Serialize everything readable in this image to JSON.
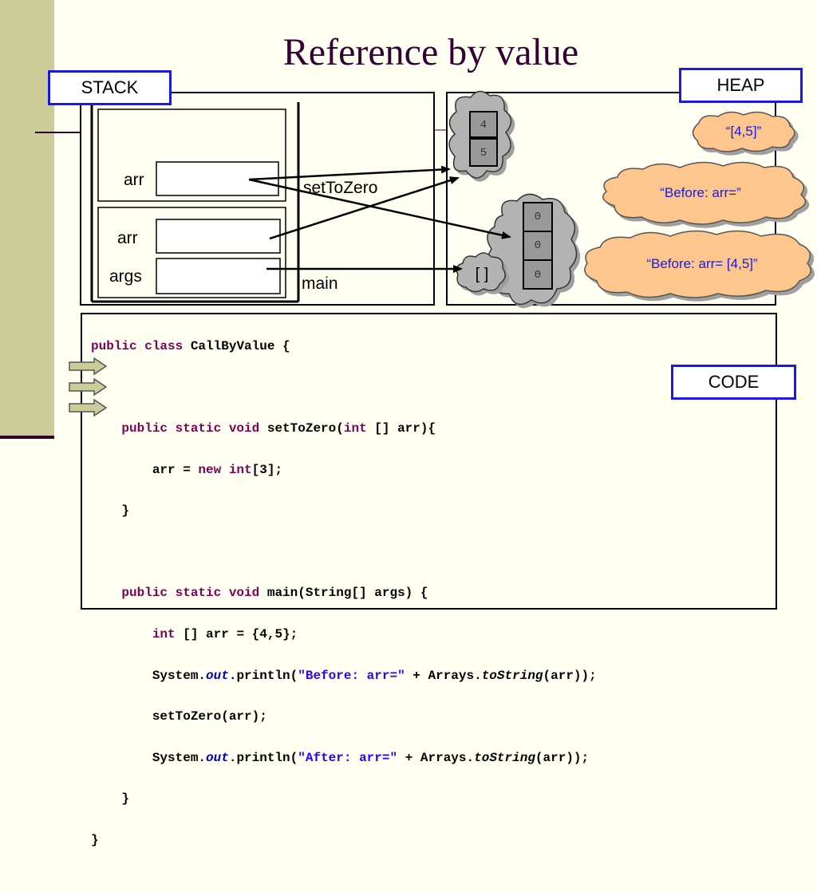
{
  "slide": {
    "title": "Reference by value"
  },
  "labels": {
    "stack": "STACK",
    "heap": "HEAP",
    "code": "CODE"
  },
  "stack": {
    "frame_settozero": {
      "name": "setToZero",
      "var": "arr"
    },
    "frame_main": {
      "name": "main",
      "vars": [
        "arr",
        "args"
      ]
    }
  },
  "heap": {
    "array_45": [
      "4",
      "5"
    ],
    "array_000": [
      "0",
      "0",
      "0"
    ],
    "empty_array": "[ ]",
    "strings": [
      "“[4,5]”",
      "“Before: arr=”",
      "“Before: arr= [4,5]”"
    ]
  },
  "code": {
    "l1_kw": "public class ",
    "l1_rest": "CallByValue {",
    "l2_kw": "public static void ",
    "l2_rest1": "setToZero(",
    "l2_kw2": "int",
    "l2_rest2": " [] arr){",
    "l3_pre": "arr = ",
    "l3_kw": "new int",
    "l3_rest": "[3];",
    "l4": "}",
    "l5_kw": "public static void ",
    "l5_rest": "main(String[] args) {",
    "l6_kw": "int",
    "l6_rest": " [] arr = {4,5};",
    "l7_pre": "System.",
    "l7_fld": "out",
    "l7_mid": ".println(",
    "l7_str": "\"Before: arr=\"",
    "l7_mid2": " + Arrays.",
    "l7_ita": "toString",
    "l7_end": "(arr));",
    "l8": "setToZero(arr);",
    "l9_pre": "System.",
    "l9_fld": "out",
    "l9_mid": ".println(",
    "l9_str": "\"After: arr=\"",
    "l9_mid2": " + Arrays.",
    "l9_ita": "toString",
    "l9_end": "(arr));",
    "l10": "}",
    "l11": "}"
  },
  "colors": {
    "sidebar": "#cccc99",
    "title": "#330033",
    "label_border": "#1a1ae6",
    "cloud_orange": "#fdc68c",
    "cloud_gray": "#b3b3b3",
    "keyword": "#7f0055",
    "string": "#2a00ff",
    "field": "#0000c0"
  },
  "icons": {
    "execution_arrows": "right-arrow-icon"
  }
}
